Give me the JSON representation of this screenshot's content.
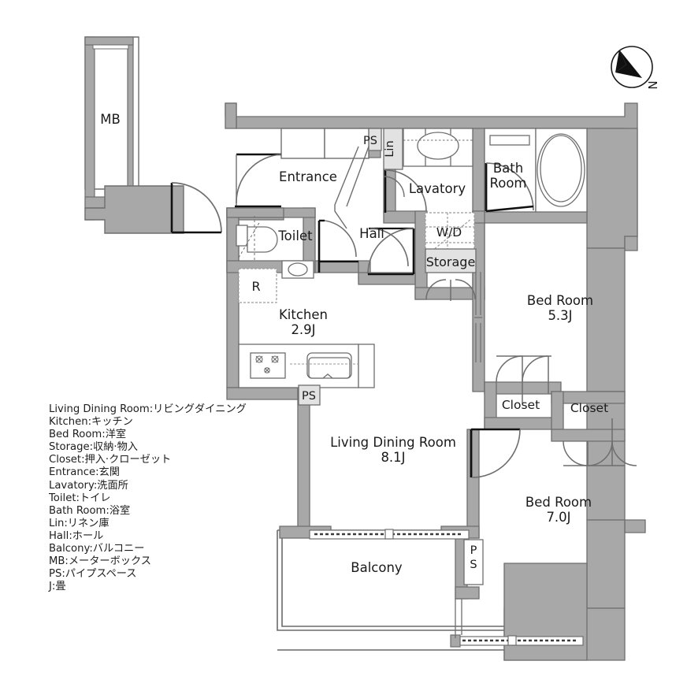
{
  "diagram": {
    "type": "floor-plan",
    "title": "Apartment Floor Plan",
    "compass": {
      "label": "N",
      "direction": "up-left"
    }
  },
  "colors": {
    "wall_fill": "#a8a8a8",
    "wall_stroke": "#6e6e6e",
    "thin_line": "#555555",
    "shaded_fill": "#e2e2e2",
    "text": "#1a1a1a",
    "background": "#ffffff"
  },
  "rooms": [
    {
      "id": "mb",
      "name": "MB",
      "area": ""
    },
    {
      "id": "entrance",
      "name": "Entrance",
      "area": ""
    },
    {
      "id": "toilet",
      "name": "Toilet",
      "area": ""
    },
    {
      "id": "hall",
      "name": "Hall",
      "area": ""
    },
    {
      "id": "lavatory",
      "name": "Lavatory",
      "area": ""
    },
    {
      "id": "bathroom",
      "name": "Bath Room",
      "area": ""
    },
    {
      "id": "kitchen",
      "name": "Kitchen",
      "area": "2.9J"
    },
    {
      "id": "ldr",
      "name": "Living Dining Room",
      "area": "8.1J"
    },
    {
      "id": "bed1",
      "name": "Bed Room",
      "area": "5.3J"
    },
    {
      "id": "bed2",
      "name": "Bed Room",
      "area": "7.0J"
    },
    {
      "id": "balcony",
      "name": "Balcony",
      "area": ""
    }
  ],
  "labels": {
    "mb": "MB",
    "entrance": "Entrance",
    "toilet": "Toilet",
    "hall": "Hall",
    "lavatory": "Lavatory",
    "bath_room_1": "Bath",
    "bath_room_2": "Room",
    "lin": "Lin",
    "ps_top": "PS",
    "ps_kitchen": "PS",
    "ps_bottom_1": "P",
    "ps_bottom_2": "S",
    "wd": "W/D",
    "storage": "Storage",
    "refrigerator": "R",
    "kitchen": "Kitchen",
    "kitchen_area": "2.9J",
    "ldr": "Living Dining Room",
    "ldr_area": "8.1J",
    "bed_room_1": "Bed Room",
    "bed_room_1_area": "5.3J",
    "bed_room_2": "Bed Room",
    "bed_room_2_area": "7.0J",
    "closet_1": "Closet",
    "closet_2": "Closet",
    "balcony": "Balcony",
    "north": "N"
  },
  "legend": {
    "lines": [
      "Living Dining Room:リビングダイニング",
      "Kitchen:キッチン",
      "Bed Room:洋室",
      "Storage:収納·物入",
      "Closet:押入·クローゼット",
      "Entrance:玄関",
      "Lavatory:洗面所",
      "Toilet:トイレ",
      "Bath Room:浴室",
      "Lin:リネン庫",
      "Hall:ホール",
      "Balcony:バルコニー",
      "MB:メーターボックス",
      "PS:パイプスペース",
      "J:畳"
    ]
  }
}
